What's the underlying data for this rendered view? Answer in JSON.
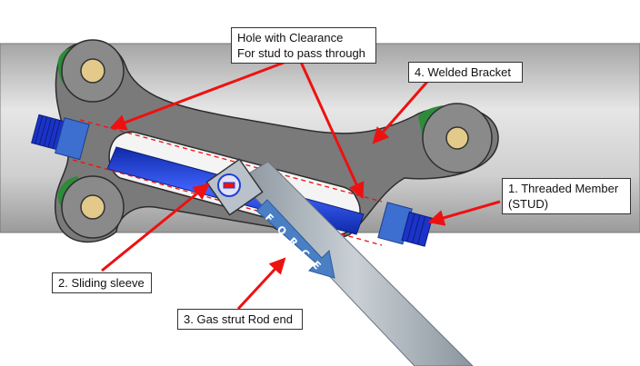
{
  "callouts": {
    "hole_line1": "Hole with Clearance",
    "hole_line2": "For stud to pass through",
    "bracket": "4. Welded Bracket",
    "stud_line1": "1. Threaded Member",
    "stud_line2": "(STUD)",
    "sleeve": "2. Sliding sleeve",
    "rod_end": "3. Gas strut Rod end"
  },
  "arrow_text": [
    "F",
    "O",
    "R",
    "C",
    "E"
  ],
  "colors": {
    "tube": "#c9c9c9",
    "bracket": "#7d7d7d",
    "stud": "#1f3fd6",
    "sleeve": "#3d6fd0",
    "bushing": "#e3c98a",
    "weld": "#2e8b3a",
    "callout_arrow": "#ee1111",
    "force_arrow": "#4a7fc6",
    "rod": "#a9b3bb"
  },
  "icons": [
    "weld-icon",
    "bushing-icon"
  ]
}
